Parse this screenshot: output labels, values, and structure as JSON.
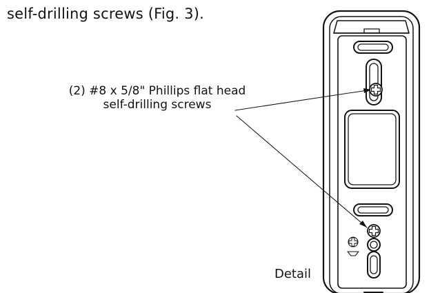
{
  "intro_text": "self-drilling screws (Fig. 3).",
  "callout": {
    "line1": "(2) #8 x 5/8\" Phillips flat head",
    "line2": "self-drilling screws"
  },
  "caption": "Detail"
}
